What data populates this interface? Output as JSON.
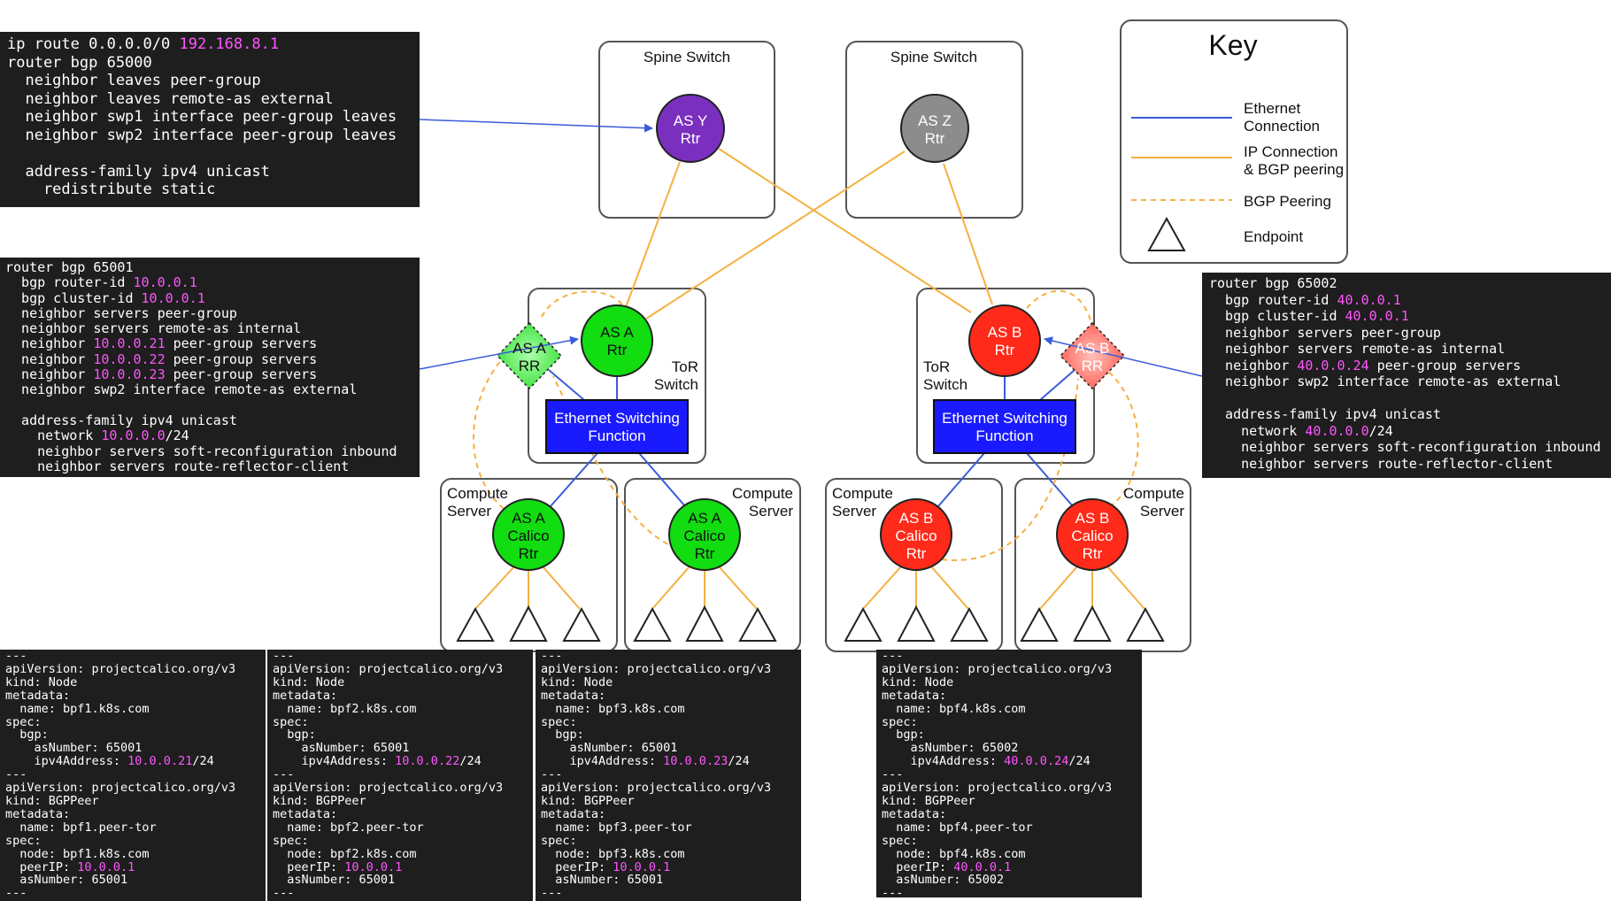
{
  "key": {
    "title": "Key",
    "ethernet": [
      "Ethernet",
      "Connection"
    ],
    "ip_bgp": [
      "IP Connection",
      "& BGP peering"
    ],
    "bgp_peering": "BGP Peering",
    "endpoint": "Endpoint"
  },
  "labels": {
    "spine": "Spine Switch",
    "tor": [
      "ToR",
      "Switch"
    ],
    "eth_switch": [
      "Ethernet Switching",
      "Function"
    ],
    "compute": [
      "Compute",
      "Server"
    ]
  },
  "nodes": {
    "spine_y": [
      "AS Y",
      "Rtr"
    ],
    "spine_z": [
      "AS Z",
      "Rtr"
    ],
    "tor_a": [
      "AS A",
      "Rtr"
    ],
    "rr_a": [
      "AS A",
      "RR"
    ],
    "tor_b": [
      "AS B",
      "Rtr"
    ],
    "rr_b": [
      "AS B",
      "RR"
    ],
    "calico_a": [
      "AS A",
      "Calico",
      "Rtr"
    ],
    "calico_b": [
      "AS B",
      "Calico",
      "Rtr"
    ]
  },
  "colors": {
    "ethernet": "#3b5bdb",
    "ip_bgp": "#f5b041",
    "as_y": "#7b2fbe",
    "as_z": "#8c8c8c",
    "as_a": "#11dd11",
    "as_b": "#ff2a1a",
    "eth_box": "#1a1aff",
    "highlight": "#ff55ff"
  },
  "configs": {
    "spine": [
      [
        {
          "t": "ip route 0.0.0.0/0 "
        },
        {
          "t": "192.168.8.1",
          "h": 1
        }
      ],
      [
        {
          "t": "router bgp 65000"
        }
      ],
      [
        {
          "t": "  neighbor leaves peer-group"
        }
      ],
      [
        {
          "t": "  neighbor leaves remote-as external"
        }
      ],
      [
        {
          "t": "  neighbor swp1 interface peer-group leaves"
        }
      ],
      [
        {
          "t": "  neighbor swp2 interface peer-group leaves"
        }
      ],
      [
        {
          "t": ""
        }
      ],
      [
        {
          "t": "  address-family ipv4 unicast"
        }
      ],
      [
        {
          "t": "    redistribute static"
        }
      ]
    ],
    "tor_a": [
      [
        {
          "t": "router bgp 65001"
        }
      ],
      [
        {
          "t": "  bgp router-id "
        },
        {
          "t": "10.0.0.1",
          "h": 1
        }
      ],
      [
        {
          "t": "  bgp cluster-id "
        },
        {
          "t": "10.0.0.1",
          "h": 1
        }
      ],
      [
        {
          "t": "  neighbor servers peer-group"
        }
      ],
      [
        {
          "t": "  neighbor servers remote-as internal"
        }
      ],
      [
        {
          "t": "  neighbor "
        },
        {
          "t": "10.0.0.21",
          "h": 1
        },
        {
          "t": " peer-group servers"
        }
      ],
      [
        {
          "t": "  neighbor "
        },
        {
          "t": "10.0.0.22",
          "h": 1
        },
        {
          "t": " peer-group servers"
        }
      ],
      [
        {
          "t": "  neighbor "
        },
        {
          "t": "10.0.0.23",
          "h": 1
        },
        {
          "t": " peer-group servers"
        }
      ],
      [
        {
          "t": "  neighbor swp2 interface remote-as external"
        }
      ],
      [
        {
          "t": ""
        }
      ],
      [
        {
          "t": "  address-family ipv4 unicast"
        }
      ],
      [
        {
          "t": "    network "
        },
        {
          "t": "10.0.0.0",
          "h": 1
        },
        {
          "t": "/24"
        }
      ],
      [
        {
          "t": "    neighbor servers soft-reconfiguration inbound"
        }
      ],
      [
        {
          "t": "    neighbor servers route-reflector-client"
        }
      ]
    ],
    "tor_b": [
      [
        {
          "t": "router bgp 65002"
        }
      ],
      [
        {
          "t": "  bgp router-id "
        },
        {
          "t": "40.0.0.1",
          "h": 1
        }
      ],
      [
        {
          "t": "  bgp cluster-id "
        },
        {
          "t": "40.0.0.1",
          "h": 1
        }
      ],
      [
        {
          "t": "  neighbor servers peer-group"
        }
      ],
      [
        {
          "t": "  neighbor servers remote-as internal"
        }
      ],
      [
        {
          "t": "  neighbor "
        },
        {
          "t": "40.0.0.24",
          "h": 1
        },
        {
          "t": " peer-group servers"
        }
      ],
      [
        {
          "t": "  neighbor swp2 interface remote-as external"
        }
      ],
      [
        {
          "t": ""
        }
      ],
      [
        {
          "t": "  address-family ipv4 unicast"
        }
      ],
      [
        {
          "t": "    network "
        },
        {
          "t": "40.0.0.0",
          "h": 1
        },
        {
          "t": "/24"
        }
      ],
      [
        {
          "t": "    neighbor servers soft-reconfiguration inbound"
        }
      ],
      [
        {
          "t": "    neighbor servers route-reflector-client"
        }
      ]
    ],
    "bpf1": [
      [
        {
          "t": "---"
        }
      ],
      [
        {
          "t": "apiVersion: projectcalico.org/v3"
        }
      ],
      [
        {
          "t": "kind: Node"
        }
      ],
      [
        {
          "t": "metadata:"
        }
      ],
      [
        {
          "t": "  name: bpf1.k8s.com"
        }
      ],
      [
        {
          "t": "spec:"
        }
      ],
      [
        {
          "t": "  bgp:"
        }
      ],
      [
        {
          "t": "    asNumber: 65001"
        }
      ],
      [
        {
          "t": "    ipv4Address: "
        },
        {
          "t": "10.0.0.21",
          "h": 1
        },
        {
          "t": "/24"
        }
      ],
      [
        {
          "t": "---"
        }
      ],
      [
        {
          "t": "apiVersion: projectcalico.org/v3"
        }
      ],
      [
        {
          "t": "kind: BGPPeer"
        }
      ],
      [
        {
          "t": "metadata:"
        }
      ],
      [
        {
          "t": "  name: bpf1.peer-tor"
        }
      ],
      [
        {
          "t": "spec:"
        }
      ],
      [
        {
          "t": "  node: bpf1.k8s.com"
        }
      ],
      [
        {
          "t": "  peerIP: "
        },
        {
          "t": "10.0.0.1",
          "h": 1
        }
      ],
      [
        {
          "t": "  asNumber: 65001"
        }
      ],
      [
        {
          "t": "---"
        }
      ]
    ],
    "bpf2": [
      [
        {
          "t": "---"
        }
      ],
      [
        {
          "t": "apiVersion: projectcalico.org/v3"
        }
      ],
      [
        {
          "t": "kind: Node"
        }
      ],
      [
        {
          "t": "metadata:"
        }
      ],
      [
        {
          "t": "  name: bpf2.k8s.com"
        }
      ],
      [
        {
          "t": "spec:"
        }
      ],
      [
        {
          "t": "  bgp:"
        }
      ],
      [
        {
          "t": "    asNumber: 65001"
        }
      ],
      [
        {
          "t": "    ipv4Address: "
        },
        {
          "t": "10.0.0.22",
          "h": 1
        },
        {
          "t": "/24"
        }
      ],
      [
        {
          "t": "---"
        }
      ],
      [
        {
          "t": "apiVersion: projectcalico.org/v3"
        }
      ],
      [
        {
          "t": "kind: BGPPeer"
        }
      ],
      [
        {
          "t": "metadata:"
        }
      ],
      [
        {
          "t": "  name: bpf2.peer-tor"
        }
      ],
      [
        {
          "t": "spec:"
        }
      ],
      [
        {
          "t": "  node: bpf2.k8s.com"
        }
      ],
      [
        {
          "t": "  peerIP: "
        },
        {
          "t": "10.0.0.1",
          "h": 1
        }
      ],
      [
        {
          "t": "  asNumber: 65001"
        }
      ],
      [
        {
          "t": "---"
        }
      ]
    ],
    "bpf3": [
      [
        {
          "t": "---"
        }
      ],
      [
        {
          "t": "apiVersion: projectcalico.org/v3"
        }
      ],
      [
        {
          "t": "kind: Node"
        }
      ],
      [
        {
          "t": "metadata:"
        }
      ],
      [
        {
          "t": "  name: bpf3.k8s.com"
        }
      ],
      [
        {
          "t": "spec:"
        }
      ],
      [
        {
          "t": "  bgp:"
        }
      ],
      [
        {
          "t": "    asNumber: 65001"
        }
      ],
      [
        {
          "t": "    ipv4Address: "
        },
        {
          "t": "10.0.0.23",
          "h": 1
        },
        {
          "t": "/24"
        }
      ],
      [
        {
          "t": "---"
        }
      ],
      [
        {
          "t": "apiVersion: projectcalico.org/v3"
        }
      ],
      [
        {
          "t": "kind: BGPPeer"
        }
      ],
      [
        {
          "t": "metadata:"
        }
      ],
      [
        {
          "t": "  name: bpf3.peer-tor"
        }
      ],
      [
        {
          "t": "spec:"
        }
      ],
      [
        {
          "t": "  node: bpf3.k8s.com"
        }
      ],
      [
        {
          "t": "  peerIP: "
        },
        {
          "t": "10.0.0.1",
          "h": 1
        }
      ],
      [
        {
          "t": "  asNumber: 65001"
        }
      ],
      [
        {
          "t": "---"
        }
      ]
    ],
    "bpf4": [
      [
        {
          "t": "---"
        }
      ],
      [
        {
          "t": "apiVersion: projectcalico.org/v3"
        }
      ],
      [
        {
          "t": "kind: Node"
        }
      ],
      [
        {
          "t": "metadata:"
        }
      ],
      [
        {
          "t": "  name: bpf4.k8s.com"
        }
      ],
      [
        {
          "t": "spec:"
        }
      ],
      [
        {
          "t": "  bgp:"
        }
      ],
      [
        {
          "t": "    asNumber: 65002"
        }
      ],
      [
        {
          "t": "    ipv4Address: "
        },
        {
          "t": "40.0.0.24",
          "h": 1
        },
        {
          "t": "/24"
        }
      ],
      [
        {
          "t": "---"
        }
      ],
      [
        {
          "t": "apiVersion: projectcalico.org/v3"
        }
      ],
      [
        {
          "t": "kind: BGPPeer"
        }
      ],
      [
        {
          "t": "metadata:"
        }
      ],
      [
        {
          "t": "  name: bpf4.peer-tor"
        }
      ],
      [
        {
          "t": "spec:"
        }
      ],
      [
        {
          "t": "  node: bpf4.k8s.com"
        }
      ],
      [
        {
          "t": "  peerIP: "
        },
        {
          "t": "40.0.0.1",
          "h": 1
        }
      ],
      [
        {
          "t": "  asNumber: 65002"
        }
      ],
      [
        {
          "t": "---"
        }
      ]
    ]
  }
}
